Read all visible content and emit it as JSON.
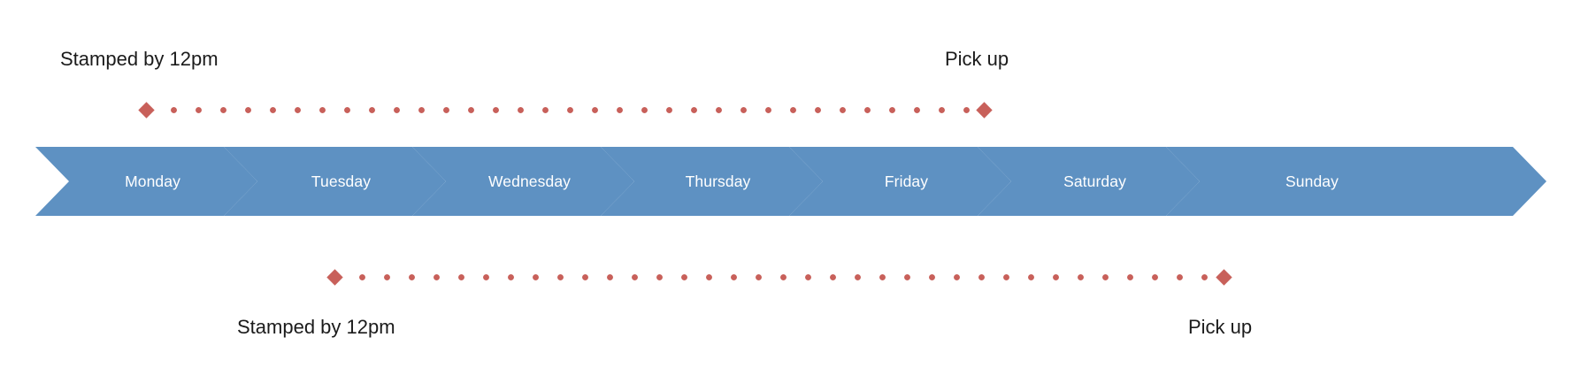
{
  "diagram": {
    "title_visible": false,
    "background_color": "#ffffff",
    "chevron_color": "#5e91c2",
    "chevron_label_color": "#ffffff",
    "milestone_color": "#c8605a",
    "annotation_color": "#1b1b1b"
  },
  "days": [
    {
      "label": "Monday"
    },
    {
      "label": "Tuesday"
    },
    {
      "label": "Wednesday"
    },
    {
      "label": "Thursday"
    },
    {
      "label": "Friday"
    },
    {
      "label": "Saturday"
    },
    {
      "label": "Sunday"
    }
  ],
  "timelines": [
    {
      "id": "upper",
      "position": "above",
      "start_label": "Stamped by 12pm",
      "end_label": "Pick up",
      "start_day": "Monday",
      "end_day": "Friday"
    },
    {
      "id": "lower",
      "position": "below",
      "start_label": "Stamped by 12pm",
      "end_label": "Pick up",
      "start_day": "Tuesday",
      "end_day": "Saturday"
    }
  ]
}
